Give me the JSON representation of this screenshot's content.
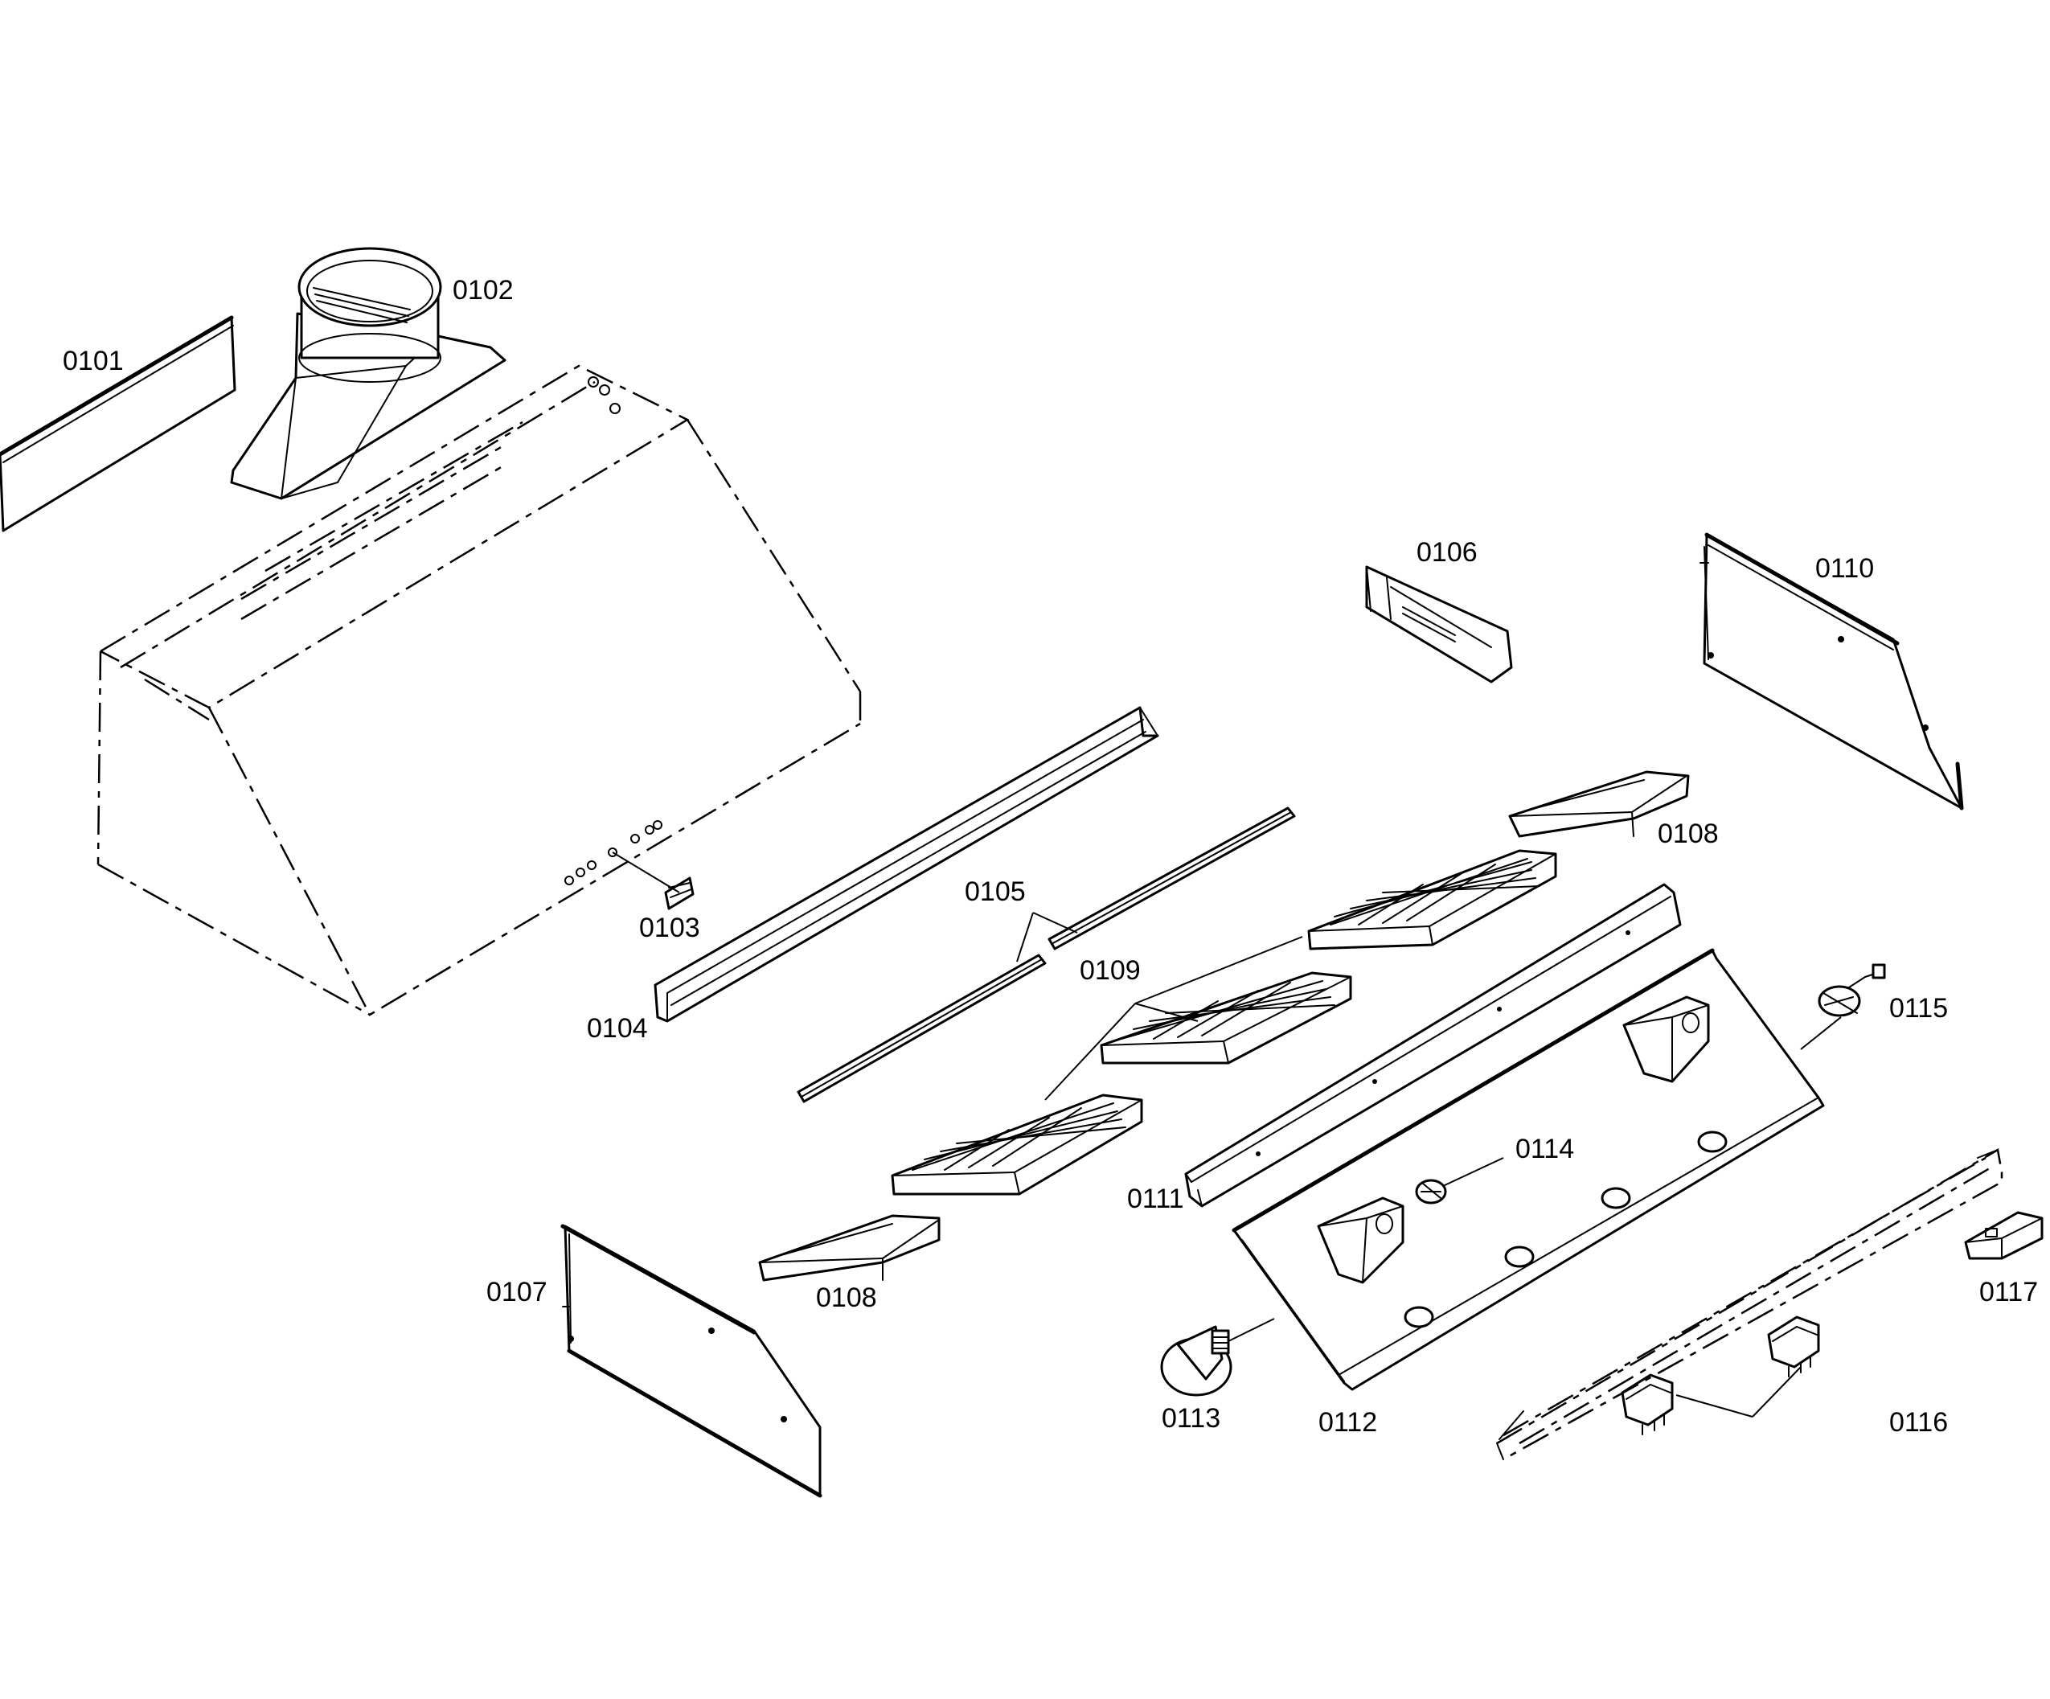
{
  "colors": {
    "line": "#000000",
    "background": "#ffffff"
  },
  "callouts": {
    "c0101": "0101",
    "c0102": "0102",
    "c0103": "0103",
    "c0104": "0104",
    "c0105": "0105",
    "c0106": "0106",
    "c0107": "0107",
    "c0108a": "0108",
    "c0108b": "0108",
    "c0109": "0109",
    "c0110": "0110",
    "c0111": "0111",
    "c0112": "0112",
    "c0113": "0113",
    "c0114": "0114",
    "c0115": "0115",
    "c0116": "0116",
    "c0117": "0117"
  }
}
